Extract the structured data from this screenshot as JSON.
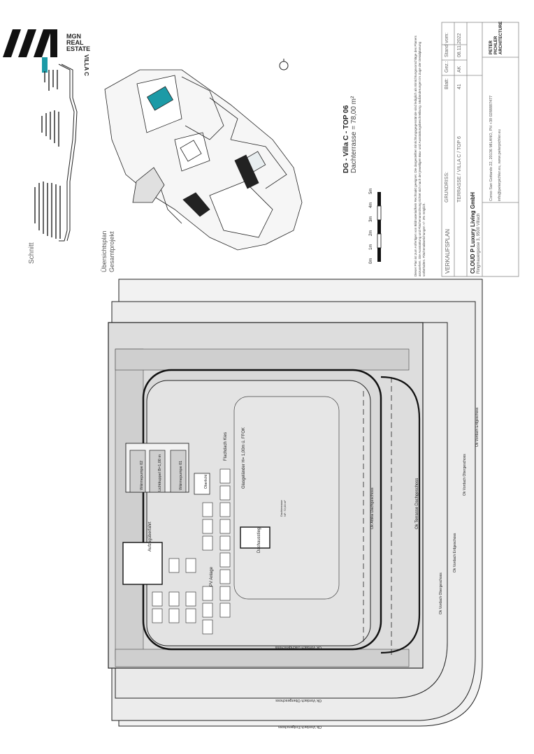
{
  "logo": {
    "word1": "MGN",
    "word2": "REAL",
    "word3": "ESTATE",
    "project": "VILLA C"
  },
  "section_label": "Schnitt",
  "overview": {
    "line1": "Übersichtsplan",
    "line2": "Gesamtprojekt"
  },
  "sheet_title": {
    "title": "DG - Villa C - TOP 06",
    "subtitle": "Dachterrasse = 78,00 m²"
  },
  "scale": {
    "labels": [
      "0m",
      "1m",
      "2m",
      "3m",
      "4m",
      "5m"
    ]
  },
  "disclaimer": "Dieser Plan ist zum Anfertigen von Bildmaterial/kein Rechtsakt geeignet. Die dargestellten Einrichtungsgegenstände sind lediglich als Einrichtungsvorschläge des Planers anzusehen. Die Ausstattung und Flächenanordnung richtet sich nach der jeweiligen Bau- und Ausstattungsbeschreibung. Maßänderungen im Zuge der Detailplanung vorbehalten. Flächenabweichungen +/- 3% möglich.",
  "title_block": {
    "plan_type": "VERKAUFSPLAN",
    "label_grundriss": "GRUNDRISS:",
    "label_blatt": "Blatt:",
    "label_gez": "Gez.:",
    "label_stand": "Stand vom:",
    "value_grundriss": "TERRASSE / VILLA C / TOP 6",
    "value_blatt": "41",
    "value_gez": "AK",
    "value_stand": "08.11.2022",
    "company": "CLOUD P Luxury Living GmbH",
    "company_address": "Ringmauergasse 3, 9500 Villach",
    "architect_address": "Corso San Gottardo 22, 20136 MILANO, PH +39 0288887477",
    "architect_web": "info@peterpichler.eu, www.peterpichler.eu",
    "architect_name1": "PETER",
    "architect_name2": "PICHLER",
    "architect_name3": "ARCHITECTURE"
  },
  "plan_labels": {
    "elevator": "Aufzugüberfahrt",
    "heat_pump2": "Wärmepumpe 02",
    "skylight": "Lichtkuppel B=1,00 m",
    "heat_pump1": "Wärmepumpe 01",
    "roof_hatch": "Oberlicht",
    "pv": "PV Anlage",
    "gravel": "Flachdach Kies",
    "railing": "Glasgeländer H= 1,00m ü. FFOK",
    "terrace_small1": "Dachterrasse",
    "terrace_small2": "NF: 72,00 m²",
    "roof_access": "Dachausstieg",
    "ok_terr_dg": "Ok Terrasse Dachgeschoss",
    "ok_attika_dg": "Ok Attika Dachgeschoss",
    "ok_vordach_dg": "Ok Vordach Dachgeschoss",
    "ok_vordach_og": "Ok Vordach Obergeschoss",
    "ok_vordach_og2": "Ok Vordach Obergeschoss",
    "ok_vordach_eg": "Ok Vordach Erdgeschoss",
    "ok_vordach_eg2": "Ok Vordach Erdgeschoss",
    "ok_vordach_og3": "Ok Vordach Obergeschoss",
    "ok_vordach_eg3": "Ok Vordach Erdgeschoss"
  },
  "colors": {
    "accent": "#1c9aa6",
    "line": "#222222",
    "fill": "#e6e6e6",
    "hatch": "#c9c9c9"
  }
}
